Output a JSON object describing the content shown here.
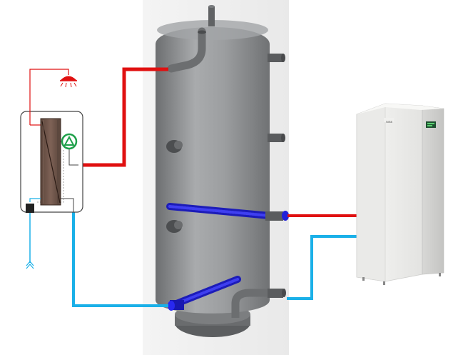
{
  "diagram": {
    "components": [
      "buffer-tank",
      "fresh-water-station",
      "heat-pump",
      "shower-head",
      "circulation-pump",
      "plate-heat-exchanger",
      "cold-water-inlet"
    ],
    "heat_pump_brand_mark": "NIBE",
    "colors": {
      "hot_pipe": "#e01010",
      "cold_pipe": "#1ab0e8",
      "coil": "#2020c8",
      "tank": "#9a9c9e",
      "tank_dark": "#6a6c6e",
      "heat_pump_body": "#eeeeec",
      "exchanger": "#6e5448",
      "pump_ring": "#1ea04a",
      "shower": "#e01010",
      "station_outline": "#444444"
    }
  }
}
